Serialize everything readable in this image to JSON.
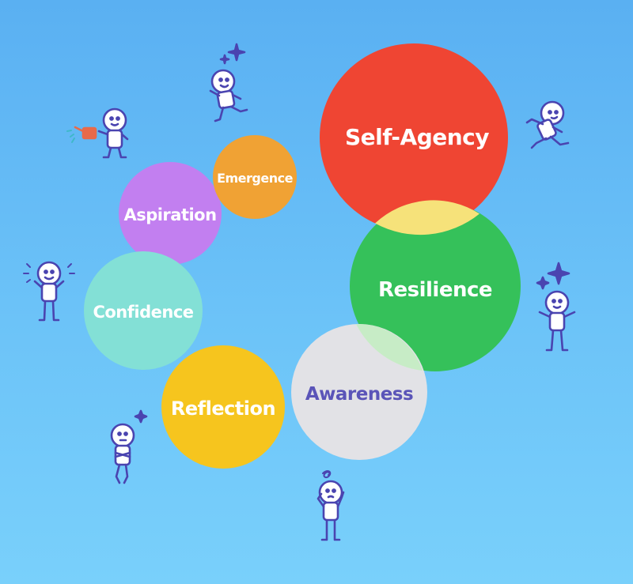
{
  "diagram": {
    "nodes": [
      {
        "id": "self-agency",
        "label": "Self-Agency",
        "color": "#ef4533",
        "text_color": "#ffffff"
      },
      {
        "id": "resilience",
        "label": "Resilience",
        "color": "#35c15a",
        "text_color": "#ffffff"
      },
      {
        "id": "awareness",
        "label": "Awareness",
        "color": "#e2e2e6",
        "text_color": "#5a54b8"
      },
      {
        "id": "reflection",
        "label": "Reflection",
        "color": "#f6c51e",
        "text_color": "#ffffff"
      },
      {
        "id": "confidence",
        "label": "Confidence",
        "color": "#83e0d6",
        "text_color": "#ffffff"
      },
      {
        "id": "aspiration",
        "label": "Aspiration",
        "color": "#c27ff0",
        "text_color": "#ffffff"
      },
      {
        "id": "emergence",
        "label": "Emergence",
        "color": "#f0a234",
        "text_color": "#ffffff"
      }
    ],
    "overlap_color": "#f6e27a",
    "figure_color": "#4a44b0",
    "figures": [
      {
        "id": "figure-watering",
        "pose": "watering-can"
      },
      {
        "id": "figure-jumping",
        "pose": "jumping-sparkle"
      },
      {
        "id": "figure-running",
        "pose": "running"
      },
      {
        "id": "figure-waving",
        "pose": "waving"
      },
      {
        "id": "figure-sparkles",
        "pose": "sparkles"
      },
      {
        "id": "figure-thinking",
        "pose": "arms-crossed"
      },
      {
        "id": "figure-confused",
        "pose": "head-scratch"
      }
    ]
  }
}
